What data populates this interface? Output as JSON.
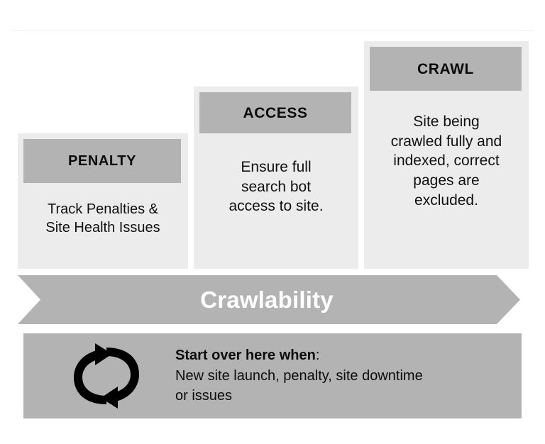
{
  "diagram": {
    "title": "Crawlability stair-step diagram",
    "colors": {
      "card_body": "#ececec",
      "card_header": "#b3b3b3",
      "banner": "#b3b3b3",
      "banner_text": "#ffffff",
      "restart_box": "#b3b3b3",
      "text": "#111111",
      "page_background": "#ffffff"
    },
    "steps": [
      {
        "header": "PENALTY",
        "body": "Track Penalties &\nSite Health Issues",
        "body_lines": [
          "Track Penalties &",
          "Site Health Issues"
        ]
      },
      {
        "header": "ACCESS",
        "body": "Ensure full search bot access to site.",
        "body_lines": [
          "Ensure full",
          "search bot",
          "access to site."
        ]
      },
      {
        "header": "CRAWL",
        "body": "Site being crawled fully and indexed, correct pages are excluded.",
        "body_lines": [
          "Site being",
          "crawled fully and",
          "indexed, correct",
          "pages are",
          "excluded."
        ]
      }
    ],
    "banner": {
      "label": "Crawlability",
      "shape": "chevron-arrow-right"
    },
    "restart": {
      "icon": "refresh-cycle-icon",
      "lead": "Start over here when",
      "lead_suffix": ":",
      "detail_line_1": "New site launch, penalty, site downtime",
      "detail_line_2": "or issues"
    }
  }
}
